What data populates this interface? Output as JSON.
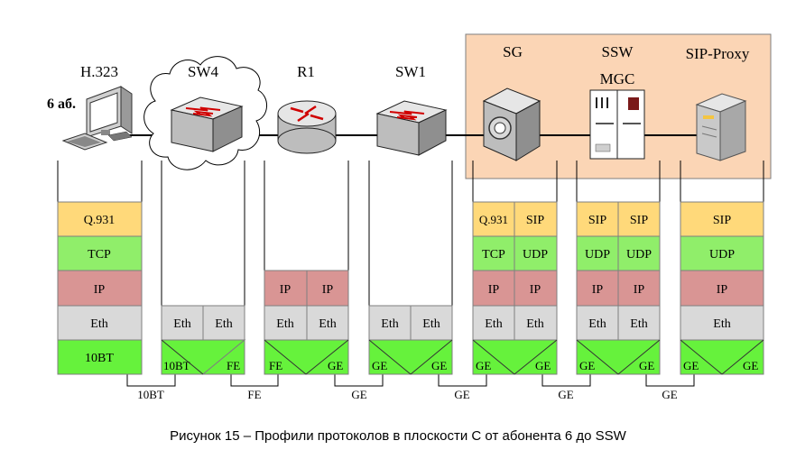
{
  "title_blocks": {
    "h323": "H.323",
    "sw4": "SW4",
    "r1": "R1",
    "sw1": "SW1",
    "sg": "SG",
    "ssw": "SSW",
    "mgc": "MGC",
    "sip_proxy": "SIP-Proxy",
    "subscriber": "6 аб."
  },
  "stacks": {
    "terminal": [
      "Q.931",
      "TCP",
      "IP",
      "Eth",
      "10BT"
    ],
    "sw4": {
      "eth": [
        "Eth",
        "Eth"
      ],
      "phy": [
        "10BT",
        "FE"
      ]
    },
    "r1": {
      "ip": [
        "IP",
        "IP"
      ],
      "eth": [
        "Eth",
        "Eth"
      ],
      "phy": [
        "FE",
        "GE"
      ]
    },
    "sw1": {
      "eth": [
        "Eth",
        "Eth"
      ],
      "phy": [
        "GE",
        "GE"
      ]
    },
    "sg": {
      "app": [
        "Q.931",
        "SIP"
      ],
      "transport": [
        "TCP",
        "UDP"
      ],
      "ip": [
        "IP",
        "IP"
      ],
      "eth": [
        "Eth",
        "Eth"
      ],
      "phy": [
        "GE",
        "GE"
      ]
    },
    "ssw": {
      "app": [
        "SIP",
        "SIP"
      ],
      "transport": [
        "UDP",
        "UDP"
      ],
      "ip": [
        "IP",
        "IP"
      ],
      "eth": [
        "Eth",
        "Eth"
      ],
      "phy": [
        "GE",
        "GE"
      ]
    },
    "proxy": [
      "SIP",
      "UDP",
      "IP",
      "Eth"
    ],
    "proxy_phy": [
      "GE",
      "GE"
    ]
  },
  "links": [
    "10BT",
    "FE",
    "GE",
    "GE",
    "GE",
    "GE"
  ],
  "caption": "Рисунок 15 – Профили протоколов в плоскости С от абонента 6 до SSW",
  "colors": {
    "app": "#FFD97A",
    "transport": "#90EE6A",
    "ip": "#D99594",
    "eth": "#D9D9D9",
    "phy": "#66F23C",
    "ssw_area": "#FBD5B5"
  }
}
